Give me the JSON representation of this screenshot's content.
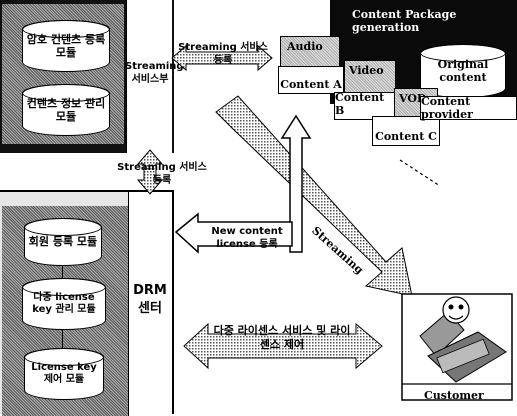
{
  "streaming_server": {
    "label": "Streaming 서비스부",
    "modules": [
      "암호 컨텐츠 등록 모듈",
      "컨텐츠 정보 관리 모듈"
    ]
  },
  "drm_center": {
    "label": "DRM 센터",
    "modules": [
      "회원 등록 모듈",
      "다중 license key 관리 모듈",
      "License key 제어 모듈"
    ]
  },
  "content_package": {
    "title": "Content Package generation",
    "db_label": "Original content",
    "provider": "Content provider",
    "media": [
      "Audio",
      "Video",
      "VOD"
    ],
    "contents": [
      "Content A",
      "Content B",
      "Content C"
    ]
  },
  "arrows": {
    "reg_top": "Streaming 서비스 등록",
    "reg_mid": "Streaming 서비스 등록",
    "new_license": "New content license 등록",
    "streaming": "Streaming",
    "multi_license": "다중 라이센스 서비스 및 라이센스 제어"
  },
  "customer": {
    "label": "Customer"
  },
  "colors": {
    "dark_panel": "#0a0a0a",
    "dither": "#8c8c8c",
    "light_grey": "#cfcfcf"
  }
}
